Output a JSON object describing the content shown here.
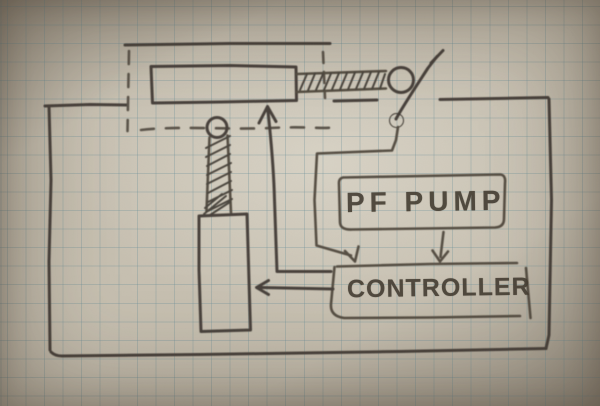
{
  "scene": {
    "kind": "hand-drawn pencil diagram photographed on blue graph paper",
    "labels": {
      "pump": "PF PUMP",
      "controller": "CONTROLLER"
    },
    "colors": {
      "paper": "#c8c1b2",
      "grid_line": "#688e98",
      "pencil": "#46403a"
    },
    "components": [
      "outer-enclosure",
      "hidden-compartment-dashed-outline",
      "horizontal-cylinder",
      "horizontal-lead-screw",
      "screw-eye-ring",
      "hand-lever",
      "lever-pivot-dot",
      "vertical-lead-screw",
      "vertical-screw-ring",
      "vertical-cylinder",
      "pump-box",
      "controller-box",
      "arrow-feedback-up",
      "arrow-controller-to-cylinder",
      "arrow-pump-to-controller",
      "arrow-lever-to-controller"
    ]
  }
}
